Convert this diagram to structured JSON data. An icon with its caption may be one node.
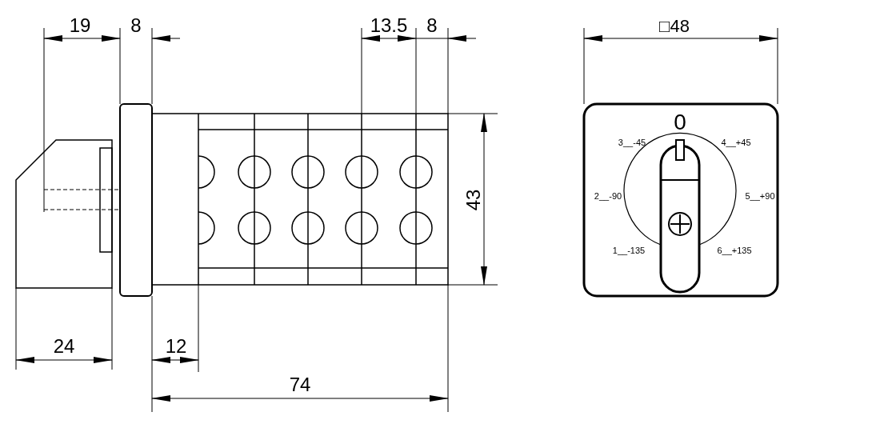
{
  "diagram": {
    "labels": [
      "19",
      "8",
      "13.5",
      "8",
      "□48",
      "0",
      "3__-45",
      "4__+45",
      "43",
      "2__-90",
      "5__+90",
      "1__-135",
      "6__+135",
      "24",
      "12",
      "74"
    ]
  }
}
